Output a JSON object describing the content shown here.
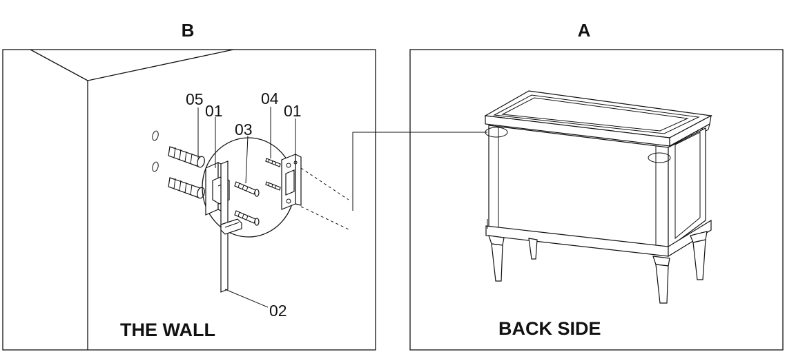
{
  "panels": {
    "b": {
      "title": "B",
      "caption": "THE WALL",
      "callouts": [
        "05",
        "01",
        "03",
        "04",
        "01",
        "02"
      ]
    },
    "a": {
      "title": "A",
      "caption": "BACK SIDE"
    }
  }
}
